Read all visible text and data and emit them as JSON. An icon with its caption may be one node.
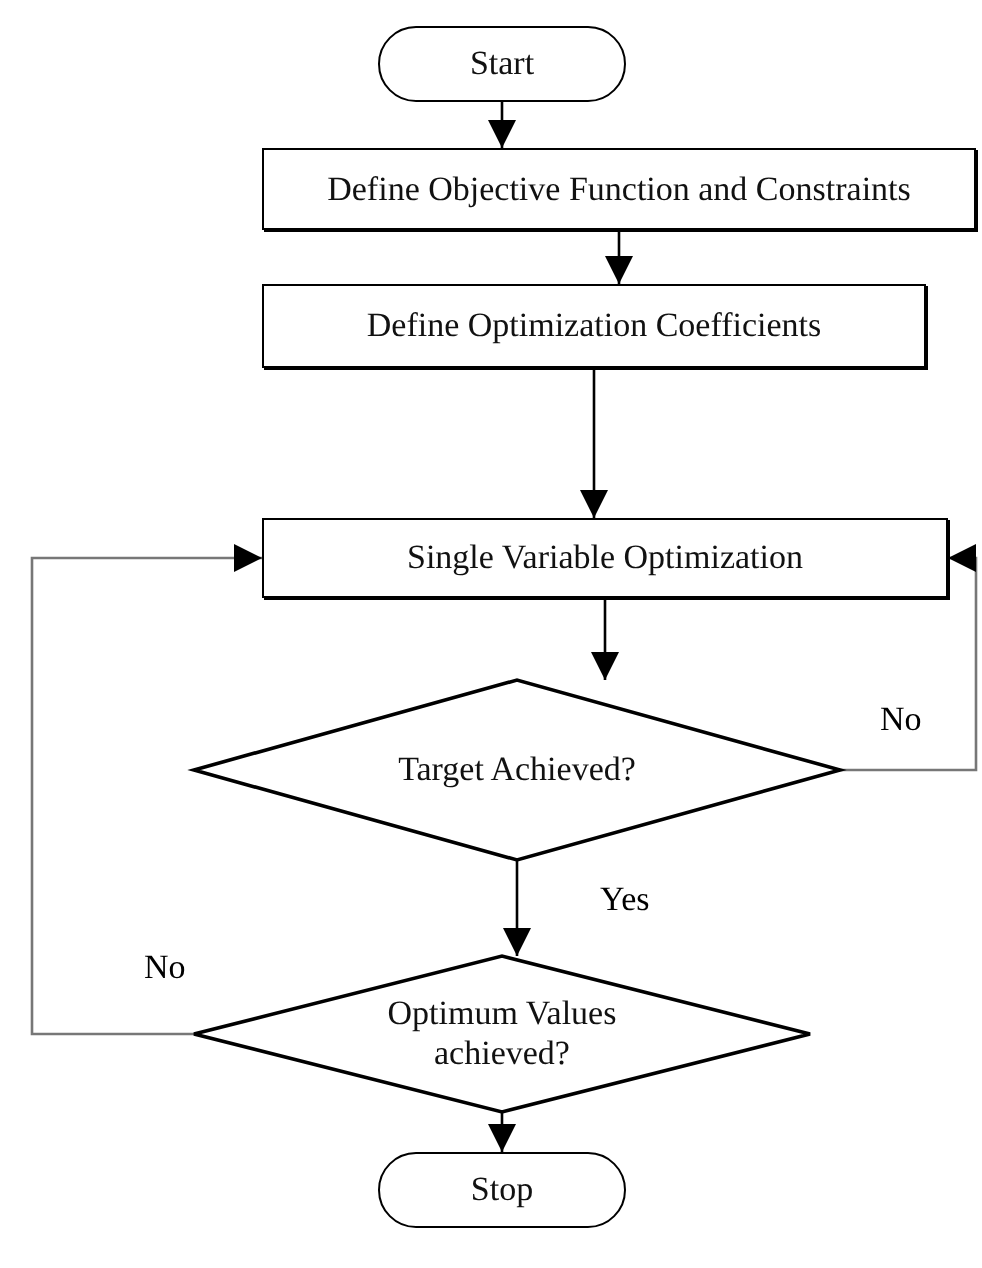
{
  "diagram": {
    "nodes": [
      {
        "text": [
          "Start"
        ]
      },
      {
        "text": [
          "Define Objective Function and Constraints"
        ]
      },
      {
        "text": [
          "Define Optimization Coefficients"
        ]
      },
      {
        "text": [
          "Single Variable Optimization"
        ]
      },
      {
        "text": [
          "Target Achieved?"
        ]
      },
      {
        "text": [
          "Optimum Values achieved?"
        ]
      },
      {
        "text": [
          "Stop"
        ]
      }
    ],
    "edges": [
      {
        "from": 0,
        "to": 1,
        "arrow": "to"
      },
      {
        "from": 1,
        "to": 2,
        "arrow": "to"
      },
      {
        "from": 2,
        "to": 3,
        "arrow": "to"
      },
      {
        "from": 3,
        "to": 4,
        "arrow": "to"
      },
      {
        "from": 4,
        "to": 5,
        "label": "Yes",
        "arrow": "to"
      },
      {
        "from": 5,
        "to": 6,
        "arrow": "to"
      },
      {
        "from": 4,
        "to": 3,
        "label": "No",
        "arrow": "to",
        "color": "#777777"
      },
      {
        "from": 5,
        "to": 3,
        "label": "No",
        "arrow": "to",
        "color": "#777777"
      }
    ]
  }
}
